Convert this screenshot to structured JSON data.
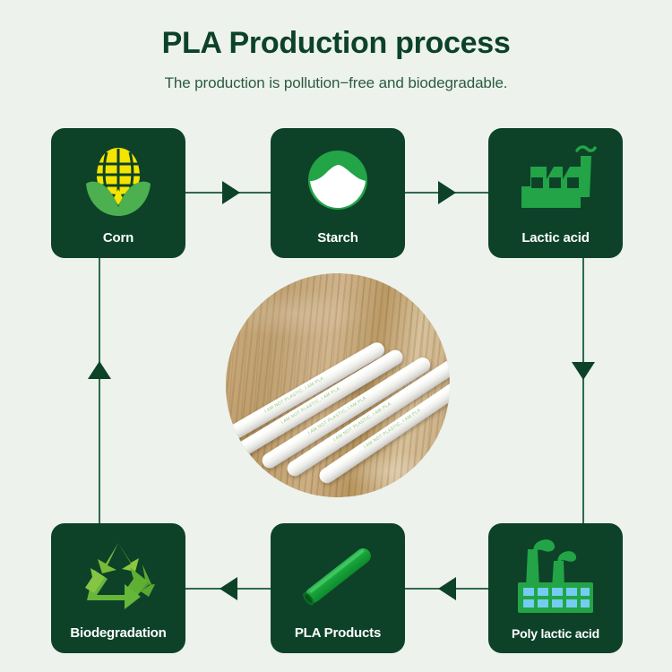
{
  "header": {
    "title": "PLA Production process",
    "subtitle": "The production is pollution−free and biodegradable."
  },
  "colors": {
    "background": "#edf2ec",
    "card": "#0d4229",
    "title": "#0c4228",
    "subtitle": "#2c5b42",
    "accent_green": "#22a447",
    "corn_yellow": "#f5e400",
    "leaf_green": "#4caf50",
    "connector": "#2f6a4d",
    "label_text": "#ffffff"
  },
  "flow": {
    "cards": [
      {
        "id": "corn",
        "label": "Corn",
        "icon": "corn-icon",
        "row": "top",
        "col": 1
      },
      {
        "id": "starch",
        "label": "Starch",
        "icon": "starch-bowl-icon",
        "row": "top",
        "col": 2
      },
      {
        "id": "lactic",
        "label": "Lactic acid",
        "icon": "factory-icon",
        "row": "top",
        "col": 3
      },
      {
        "id": "poly",
        "label": "Poly lactic acid",
        "icon": "plant-icon",
        "row": "bottom",
        "col": 3
      },
      {
        "id": "products",
        "label": "PLA Products",
        "icon": "straw-icon",
        "row": "bottom",
        "col": 2
      },
      {
        "id": "biodeg",
        "label": "Biodegradation",
        "icon": "recycle-icon",
        "row": "bottom",
        "col": 1
      }
    ],
    "arrows": [
      {
        "id": "corn-to-starch",
        "direction": "right"
      },
      {
        "id": "starch-to-lactic",
        "direction": "right"
      },
      {
        "id": "lactic-to-poly",
        "direction": "down"
      },
      {
        "id": "poly-to-products",
        "direction": "left"
      },
      {
        "id": "products-to-biodeg",
        "direction": "left"
      },
      {
        "id": "biodeg-to-corn",
        "direction": "up"
      }
    ]
  },
  "center_photo": {
    "name": "pla-straws-photo",
    "description": "White PLA drinking straws on a wooden surface",
    "straw_print": "I AM NOT PLASTIC, I AM PLA"
  }
}
